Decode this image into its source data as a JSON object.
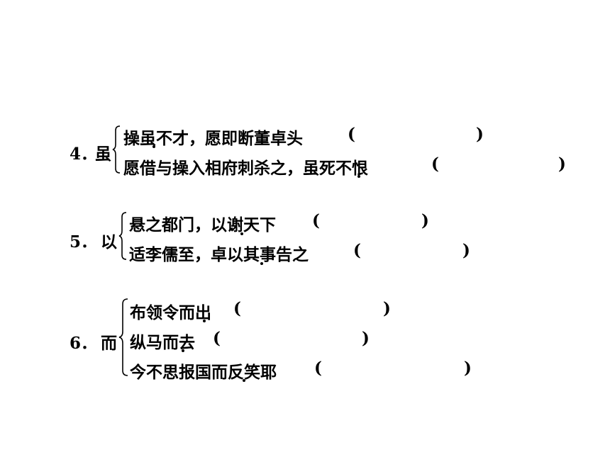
{
  "items": [
    {
      "number": "4．",
      "keyword": "虽",
      "lines": [
        {
          "text": "操虽不才，愿即断董卓头",
          "open": "(",
          "close": ")"
        },
        {
          "text": "愿借与操入相府刺杀之，虽死不恨",
          "open": "(",
          "close": ")"
        }
      ]
    },
    {
      "number": "5．",
      "keyword": "以",
      "lines": [
        {
          "text": "悬之都门，以谢天下",
          "open": "(",
          "close": ")"
        },
        {
          "text": "适李儒至，卓以其事告之",
          "open": "(",
          "close": ")"
        }
      ]
    },
    {
      "number": "6．",
      "keyword": "而",
      "lines": [
        {
          "text": "布领令而出",
          "open": "(",
          "close": ")"
        },
        {
          "text": "纵马而去",
          "open": "(",
          "close": ")"
        },
        {
          "text": "今不思报国而反笑耶",
          "open": "(",
          "close": ")"
        }
      ]
    }
  ]
}
